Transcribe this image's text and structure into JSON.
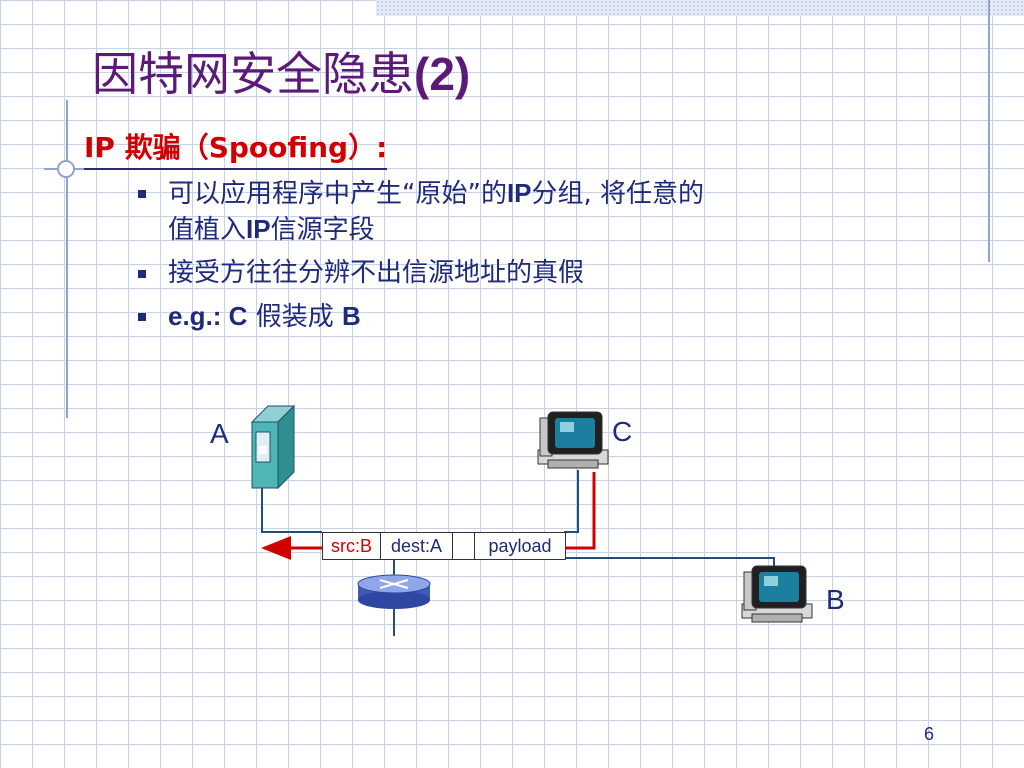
{
  "slide": {
    "title_main": "因特网安全隐患",
    "title_num": "(2)",
    "subheading": "IP 欺骗（Spoofing）:",
    "bullets": [
      {
        "line1_pre": "可以应用程序中产生“原始”的",
        "line1_bold": "IP",
        "line1_post": "分组, 将任意的",
        "line2_pre": "值植入",
        "line2_bold": "IP",
        "line2_post": "信源字段"
      },
      {
        "text": "接受方往往分辨不出信源地址的真假"
      },
      {
        "bold1": "e.g.: C",
        "text": " 假装成 ",
        "bold2": "B"
      }
    ],
    "page_number": "6"
  },
  "diagram": {
    "node_a_label": "A",
    "node_b_label": "B",
    "node_c_label": "C",
    "packet": {
      "src": "src:B",
      "dest": "dest:A",
      "payload": "payload"
    },
    "colors": {
      "spoof_path": "#d00000",
      "link": "#1f4f7a"
    }
  }
}
